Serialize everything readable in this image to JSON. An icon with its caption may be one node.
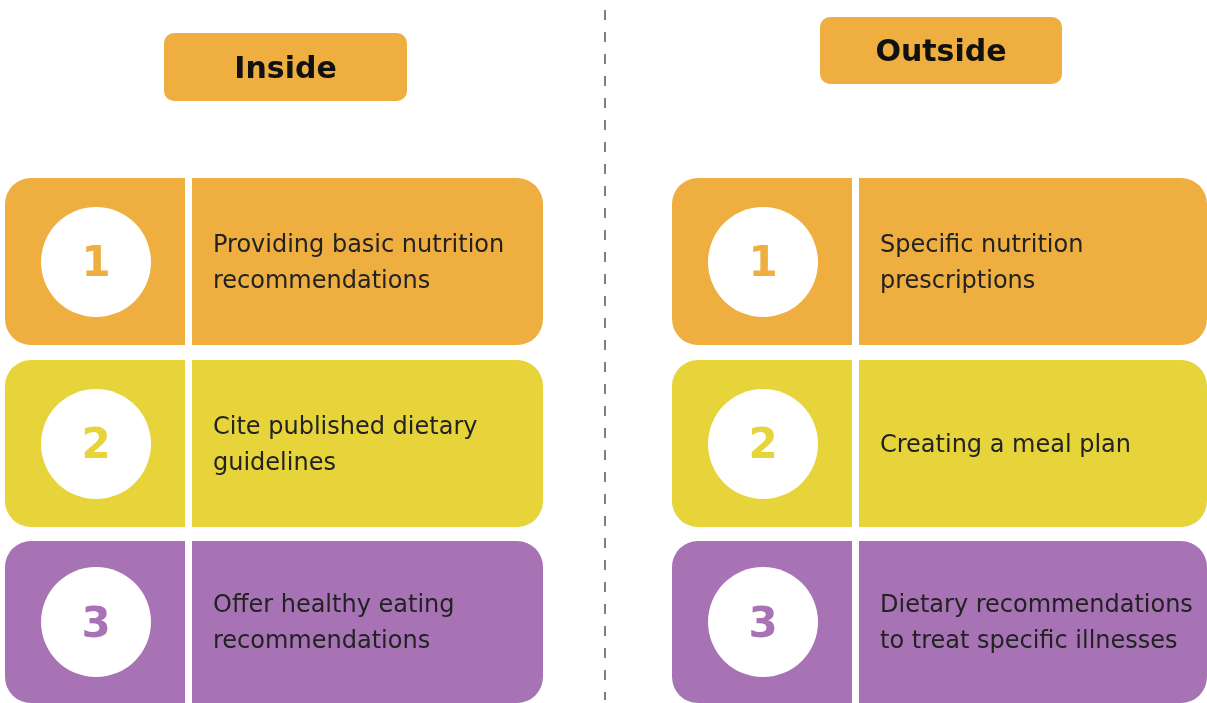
{
  "diagram": {
    "nodes": [
      {
        "text": [
          "Inside"
        ]
      },
      {
        "text": [
          "Outside"
        ]
      },
      {
        "text": [
          "1",
          "Providing basic nutrition recommendations"
        ]
      },
      {
        "text": [
          "2",
          "Cite published dietary guidelines"
        ]
      },
      {
        "text": [
          "3",
          "Offer healthy eating recommendations"
        ]
      },
      {
        "text": [
          "1",
          "Specific nutrition prescriptions"
        ]
      },
      {
        "text": [
          "2",
          "Creating a meal plan"
        ]
      },
      {
        "text": [
          "3",
          "Dietary recommendations to treat specific illnesses"
        ]
      }
    ],
    "edges": []
  }
}
